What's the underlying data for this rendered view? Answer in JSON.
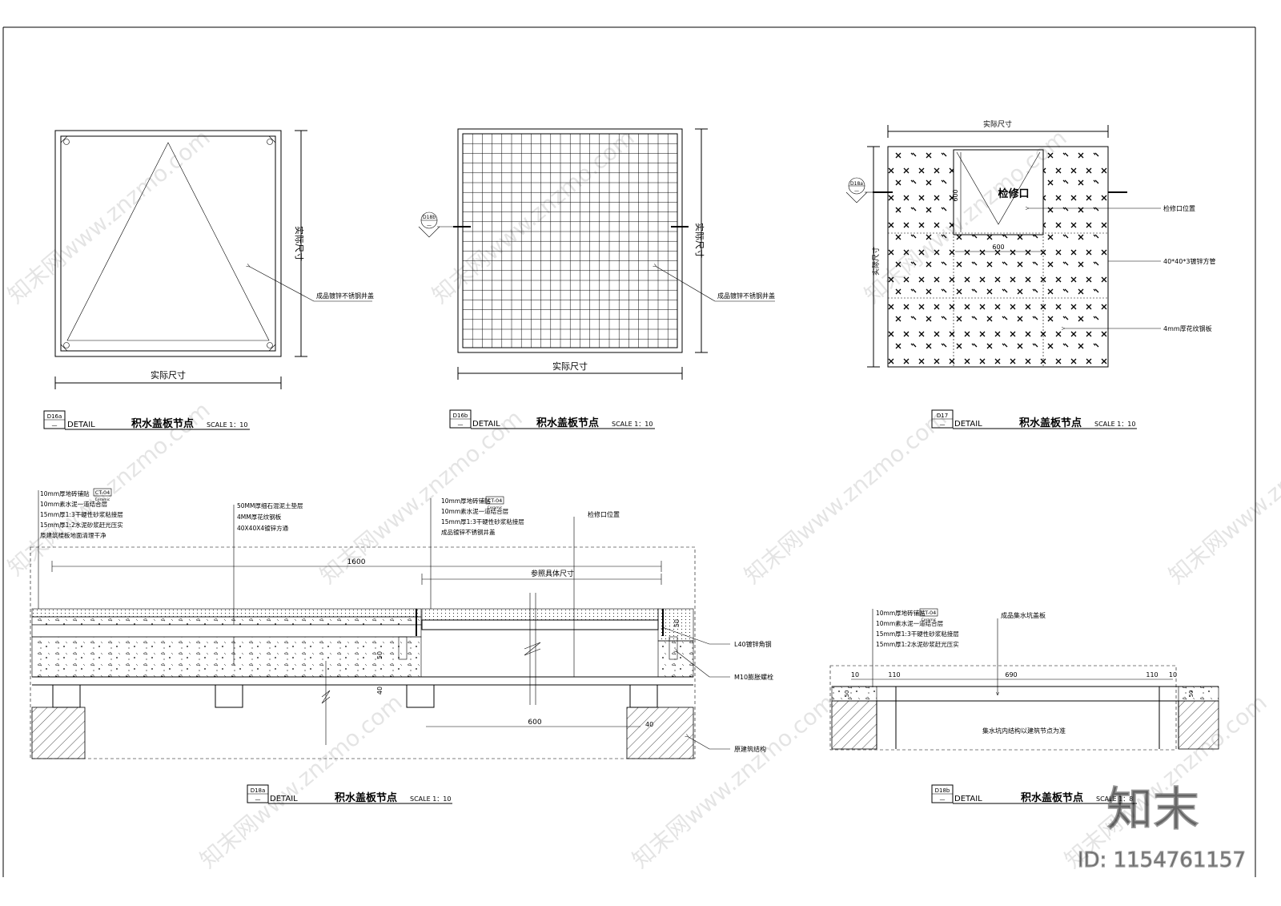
{
  "sheet": {
    "border_color": "#000000",
    "background": "#ffffff"
  },
  "d16a": {
    "dim_width": "实际尺寸",
    "dim_height": "实际尺寸",
    "callout": "成品镀锌不锈钢井盖",
    "tag": "D16a",
    "tag_sub": "—",
    "word": "DETAIL",
    "title": "积水盖板节点",
    "scale": "SCALE 1：10"
  },
  "d16b": {
    "dim_width": "实际尺寸",
    "dim_height": "实际尺寸",
    "callout": "成品镀锌不锈钢井盖",
    "section_tag": "D18b",
    "section_sub": "—",
    "tag": "D16b",
    "tag_sub": "—",
    "word": "DETAIL",
    "title": "积水盖板节点",
    "scale": "SCALE 1：10"
  },
  "d17": {
    "dim_width": "实际尺寸",
    "dim_height": "实际尺寸",
    "opening_label": "检修口",
    "dim_600_v": "600",
    "dim_600_h": "600",
    "callouts": [
      "检修口位置",
      "40*40*3镀锌方管",
      "4mm厚花纹钢板"
    ],
    "section_tag": "D18a",
    "section_sub": "—",
    "tag": "D17",
    "tag_sub": "—",
    "word": "DETAIL",
    "title": "积水盖板节点",
    "scale": "SCALE 1：10"
  },
  "d18a": {
    "notes_left": [
      "10mm厚地砖铺贴",
      "10mm素水泥一道结合层",
      "15mm厚1:3干硬性砂浆粘接层",
      "15mm厚1:2水泥砂浆赶光压实",
      "原建筑楼板地面清理干净"
    ],
    "notes_left_code": "CT-04",
    "notes_left_code_sub": "Ceramic",
    "notes_mid": [
      "50MM厚细石混泥土垫层",
      "4MM厚花纹钢板",
      "40X40X4镀锌方通"
    ],
    "notes_right": [
      "10mm厚地砖铺贴",
      "10mm素水泥一道结合层",
      "15mm厚1:3干硬性砂浆粘接层",
      "成品镀锌不锈钢井盖"
    ],
    "notes_right_code": "CT-04",
    "notes_right_code_sub": "Ceramic",
    "callout_top": "检修口位置",
    "dim_1600": "1600",
    "dim_ref": "参照具体尺寸",
    "dim_600": "600",
    "dim_40_a": "40",
    "dim_40_b": "40",
    "dim_50_a": "50",
    "dim_50_b": "50",
    "callouts": [
      "L40镀锌角钢",
      "M10膨胀螺栓",
      "原建筑结构"
    ],
    "tag": "D18a",
    "tag_sub": "—",
    "word": "DETAIL",
    "title": "积水盖板节点",
    "scale": "SCALE 1：10"
  },
  "d18b": {
    "notes": [
      "10mm厚地砖铺贴",
      "10mm素水泥一道结合层",
      "15mm厚1:3干硬性砂浆粘接层",
      "15mm厚1:2水泥砂浆赶光压实"
    ],
    "notes_code": "CT-04",
    "notes_code_sub": "Ceramic",
    "callout_top": "成品集水坑盖板",
    "dims": [
      "10",
      "110",
      "690",
      "110",
      "10"
    ],
    "dim_50_a": "50",
    "dim_50_b": "50",
    "center_note": "集水坑内结构以建筑节点为准",
    "tag": "D18b",
    "tag_sub": "—",
    "word": "DETAIL",
    "title": "积水盖板节点",
    "scale": "SCALE 1：8"
  },
  "watermark": {
    "text": "知末网www.znzmo.com",
    "logo": "知末",
    "id": "ID: 1154761157"
  }
}
